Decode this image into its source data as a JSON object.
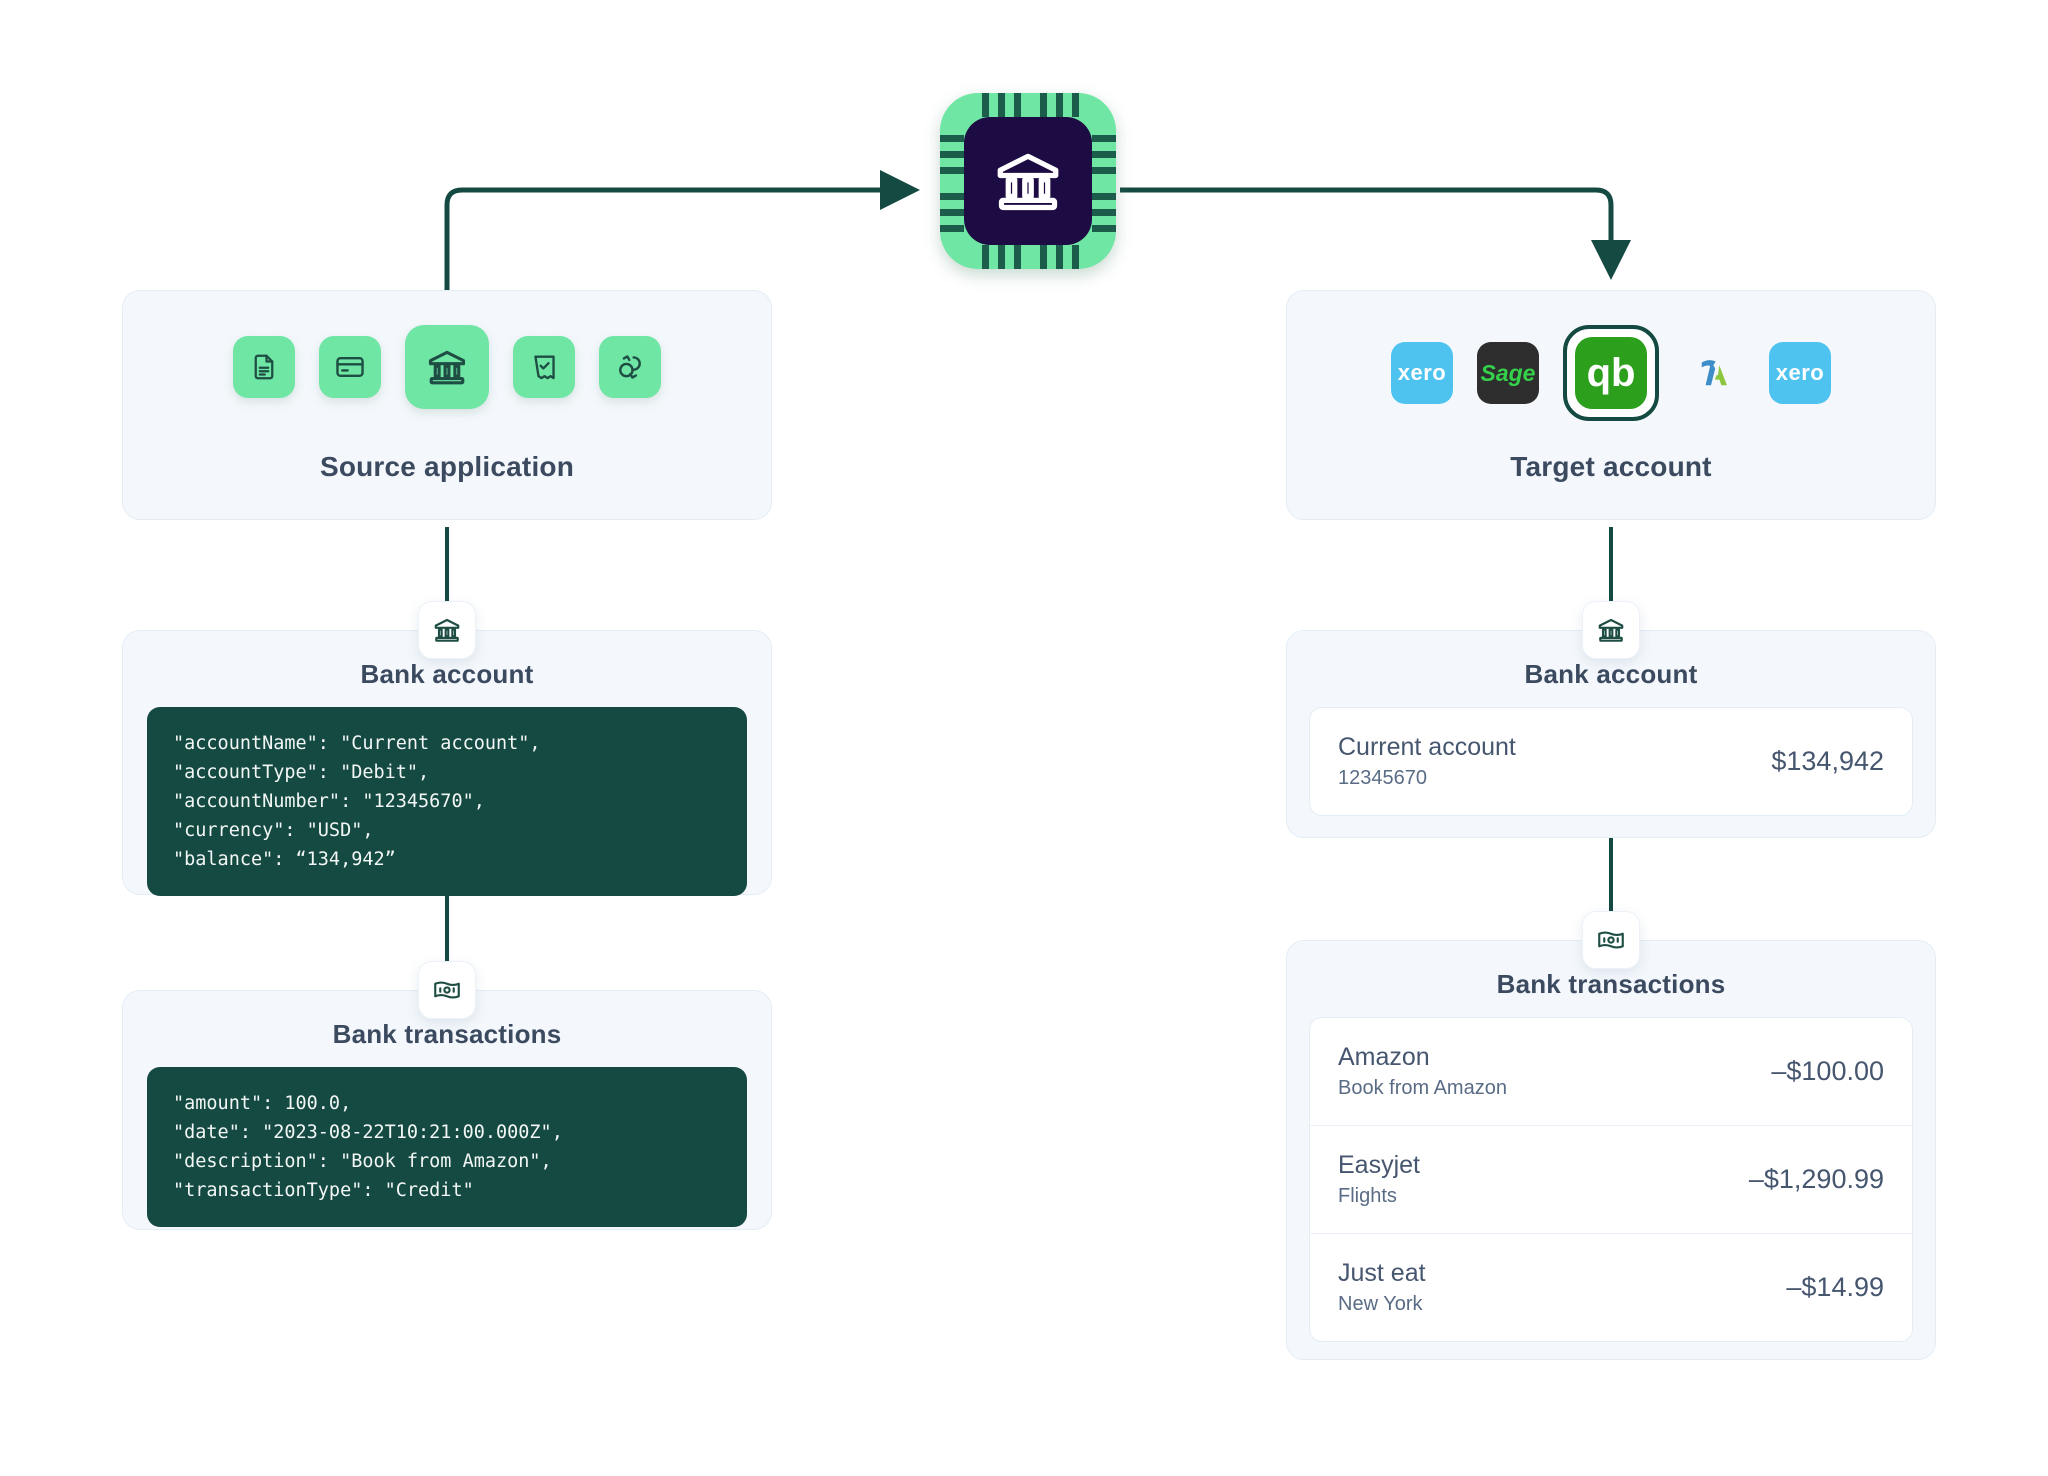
{
  "colors": {
    "accent_green": "#6FE6A4",
    "dark_green": "#154A42",
    "chip_dark": "#1D0B43",
    "card_bg": "#F4F8FC",
    "text": "#3C4A60",
    "xero_blue": "#4FC3F0",
    "sage_dark": "#2E2E2E",
    "quickbooks_green": "#2CA01C"
  },
  "central": {
    "icon": "bank-icon"
  },
  "source_panel": {
    "title": "Source application",
    "tiles": [
      {
        "icon": "document-icon",
        "selected": false
      },
      {
        "icon": "credit-card-icon",
        "selected": false
      },
      {
        "icon": "bank-icon",
        "selected": true
      },
      {
        "icon": "receipt-check-icon",
        "selected": false
      },
      {
        "icon": "sync-icon",
        "selected": false
      }
    ]
  },
  "target_panel": {
    "title": "Target account",
    "logos": [
      {
        "name": "xero",
        "label": "xero",
        "selected": false
      },
      {
        "name": "sage",
        "label": "Sage",
        "selected": false
      },
      {
        "name": "quickbooks",
        "label": "qb",
        "selected": true
      },
      {
        "name": "freeagent",
        "label": "A",
        "selected": false
      },
      {
        "name": "xero",
        "label": "xero",
        "selected": false
      }
    ]
  },
  "source_bank_account": {
    "badge_icon": "bank-icon",
    "title": "Bank account",
    "code": "\"accountName\": \"Current account\",\n\"accountType\": \"Debit\",\n\"accountNumber\": \"12345670\",\n\"currency\": \"USD\",\n\"balance\": “134,942”"
  },
  "source_bank_transactions": {
    "badge_icon": "banknote-icon",
    "title": "Bank transactions",
    "code": "\"amount\": 100.0,\n\"date\": \"2023-08-22T10:21:00.000Z\",\n\"description\": \"Book from Amazon\",\n\"transactionType\": \"Credit\""
  },
  "target_bank_account": {
    "badge_icon": "bank-icon",
    "title": "Bank account",
    "rows": [
      {
        "name": "Current account",
        "sub": "12345670",
        "amount": "$134,942"
      }
    ]
  },
  "target_bank_transactions": {
    "badge_icon": "banknote-icon",
    "title": "Bank transactions",
    "rows": [
      {
        "name": "Amazon",
        "sub": "Book from Amazon",
        "amount": "–$100.00"
      },
      {
        "name": "Easyjet",
        "sub": "Flights",
        "amount": "–$1,290.99"
      },
      {
        "name": "Just eat",
        "sub": "New York",
        "amount": "–$14.99"
      }
    ]
  }
}
